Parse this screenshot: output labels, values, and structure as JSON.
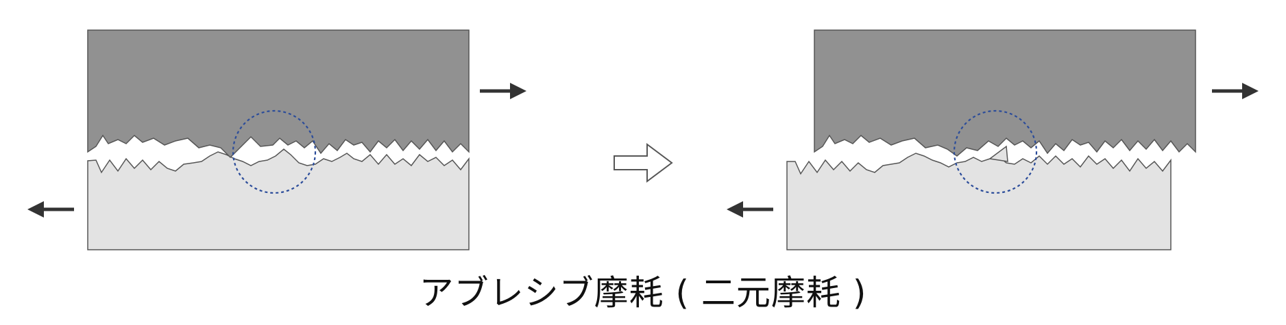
{
  "caption": "アブレシブ摩耗 ( 二元摩耗 )",
  "colors": {
    "upper_body": "#919191",
    "lower_body": "#e3e3e3",
    "outline": "#555555",
    "arrow": "#333333",
    "focus_circle": "#2b4c9a"
  },
  "panels": [
    {
      "name": "before",
      "upper_direction": "right",
      "lower_direction": "left"
    },
    {
      "name": "after",
      "upper_direction": "right",
      "lower_direction": "left",
      "wear_particle": true
    }
  ],
  "transition_icon": "hollow-right-arrow-icon"
}
